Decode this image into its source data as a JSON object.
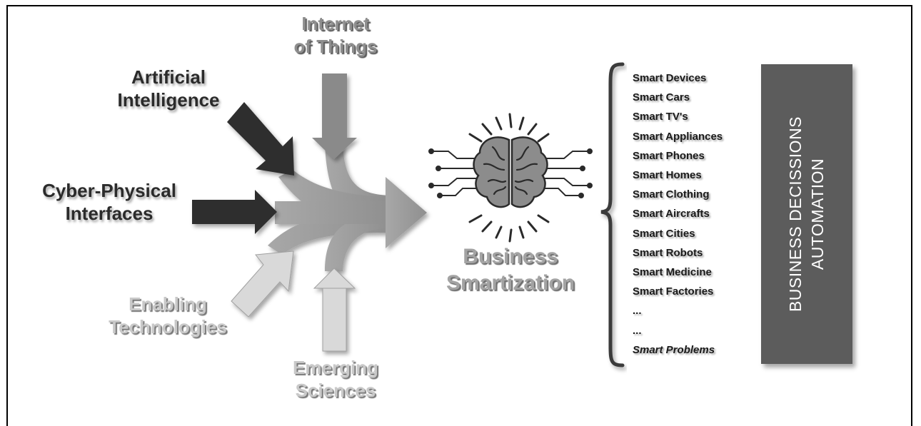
{
  "inputs": {
    "iot": [
      "Internet",
      "of Things"
    ],
    "ai": [
      "Artificial",
      "Intelligence"
    ],
    "cpi": [
      "Cyber-Physical",
      "Interfaces"
    ],
    "enabling": [
      "Enabling",
      "Technologies"
    ],
    "emerging": [
      "Emerging",
      "Sciences"
    ]
  },
  "center": [
    "Business",
    "Smartization"
  ],
  "smart_items": [
    "Smart Devices",
    "Smart Cars",
    "Smart TV's",
    "Smart Appliances",
    "Smart Phones",
    "Smart Homes",
    "Smart Clothing",
    "Smart Aircrafts",
    "Smart Cities",
    "Smart Robots",
    "Smart Medicine",
    "Smart Factories",
    "...",
    "...",
    "Smart Problems"
  ],
  "automation_box": [
    "BUSINESS DECISSIONS",
    "AUTOMATION"
  ],
  "icons": [
    "brain-circuit-icon",
    "curly-bracket-icon"
  ],
  "colors": {
    "dark_arrow": "#2e2e2e",
    "mid_arrow": "#8a8a8a",
    "light_arrow": "#d9d9d9",
    "main_arrow": "#999999",
    "box": "#5c5c5c"
  }
}
